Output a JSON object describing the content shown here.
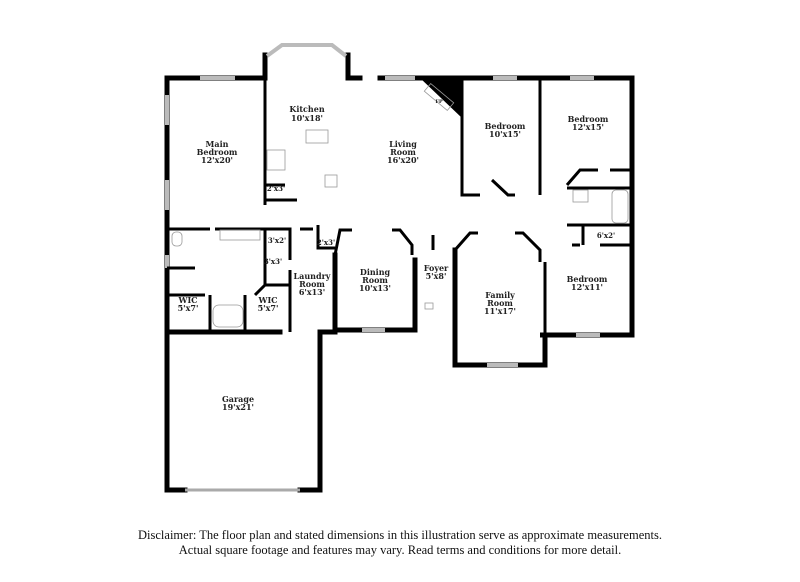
{
  "rooms": {
    "kitchen": {
      "name": "Kitchen",
      "size": "10'x18'"
    },
    "main_bedroom": {
      "name1": "Main",
      "name2": "Bedroom",
      "size": "12'x20'"
    },
    "living_room": {
      "name1": "Living",
      "name2": "Room",
      "size": "16'x20'"
    },
    "bedroom_a": {
      "name": "Bedroom",
      "size": "10'x15'"
    },
    "bedroom_b": {
      "name": "Bedroom",
      "size": "12'x15'"
    },
    "bedroom_c": {
      "name": "Bedroom",
      "size": "12'x11'"
    },
    "closet_kitchen": {
      "size": "2'x3'"
    },
    "closet_hall_a": {
      "size": "3'x2'"
    },
    "closet_hall_b": {
      "size": "2'x3'"
    },
    "closet_bath": {
      "size": "3'x3'"
    },
    "closet_hall_c": {
      "size": "6'x2'"
    },
    "laundry": {
      "name1": "Laundry",
      "name2": "Room",
      "size": "6'x13'"
    },
    "dining": {
      "name1": "Dining",
      "name2": "Room",
      "size": "10'x13'"
    },
    "foyer": {
      "name": "Foyer",
      "size": "5'x8'"
    },
    "family": {
      "name1": "Family",
      "name2": "Room",
      "size": "11'x17'"
    },
    "wic_left": {
      "name": "WIC",
      "size": "5'x7'"
    },
    "wic_right": {
      "name": "WIC",
      "size": "5'x7'"
    },
    "garage": {
      "name": "Garage",
      "size": "19'x21'"
    },
    "fireplace": {
      "label": "FP"
    }
  },
  "disclaimer": {
    "line1": "Disclaimer: The floor plan and stated dimensions in this illustration serve as approximate measurements.",
    "line2": "Actual square footage and features may vary. Read terms and conditions for more detail."
  }
}
